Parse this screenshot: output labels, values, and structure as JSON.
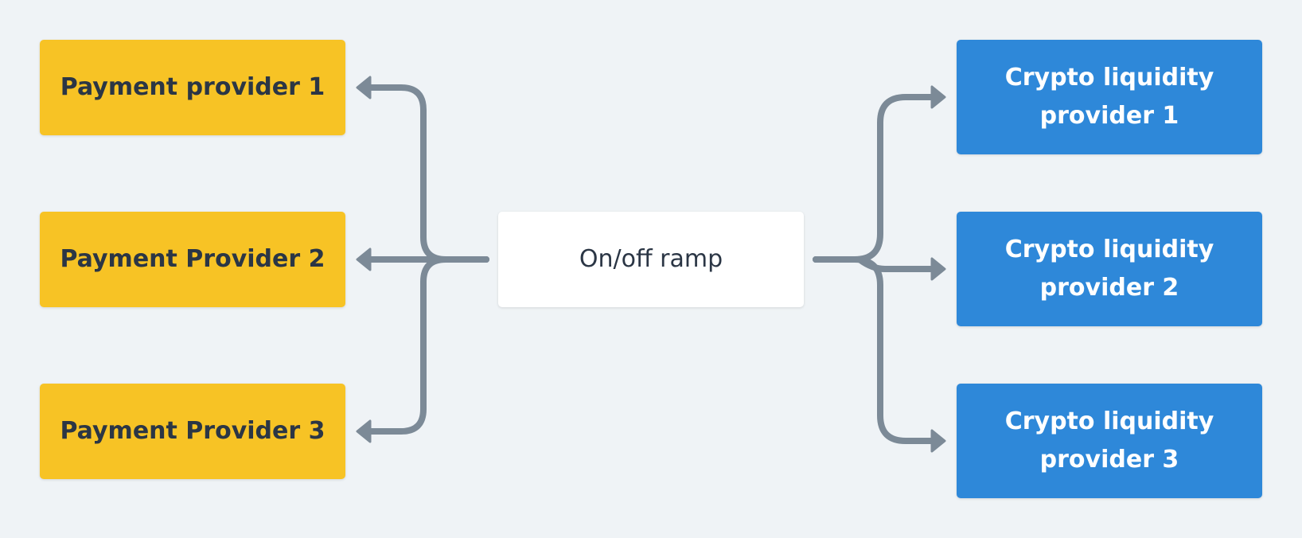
{
  "colors": {
    "background": "#eff3f6",
    "payment_fill": "#f7c325",
    "crypto_fill": "#2e88d9",
    "hub_fill": "#ffffff",
    "dark_text": "#2b3645",
    "light_text": "#ffffff",
    "connector": "#7c8a97"
  },
  "hub": {
    "label": "On/off ramp"
  },
  "payment_providers": [
    {
      "label": "Payment provider 1"
    },
    {
      "label": "Payment Provider 2"
    },
    {
      "label": "Payment Provider 3"
    }
  ],
  "crypto_providers": [
    {
      "line1": "Crypto liquidity",
      "line2": "provider 1"
    },
    {
      "line1": "Crypto liquidity",
      "line2": "provider 2"
    },
    {
      "line1": "Crypto liquidity",
      "line2": "provider 3"
    }
  ]
}
